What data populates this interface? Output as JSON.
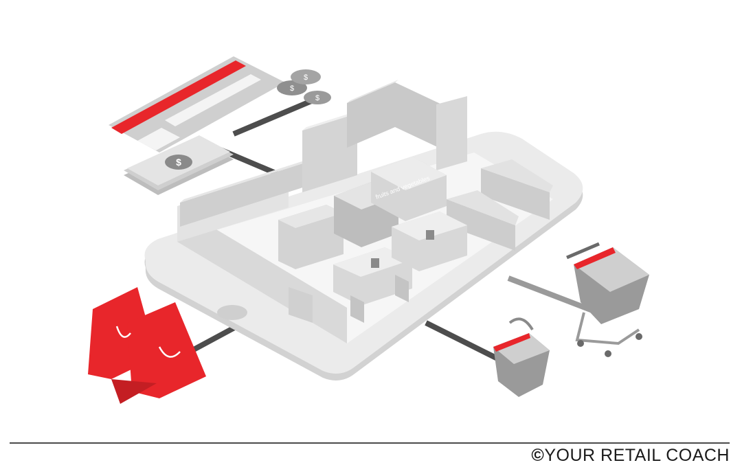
{
  "illustration": {
    "subject": "isometric supermarket on a smartphone",
    "colors": {
      "accent": "#e8262b",
      "light_gray": "#ededed",
      "mid_gray": "#c8c8c8",
      "dark_gray": "#5a5a5a",
      "connector": "#4d4d4d"
    },
    "icons": [
      "credit-card-icon",
      "banknote-icon",
      "coin-icon",
      "shopping-bag-icon",
      "shopping-basket-icon",
      "shopping-cart-icon",
      "smartphone-icon",
      "store-shelf-icon",
      "checkout-counter-icon"
    ],
    "banknote_symbol": "$",
    "coin_symbol": "$",
    "produce_sign": "fruits and vegetables"
  },
  "footer": {
    "copyright_mark": "©",
    "credit_text": "YOUR RETAIL COACH"
  }
}
